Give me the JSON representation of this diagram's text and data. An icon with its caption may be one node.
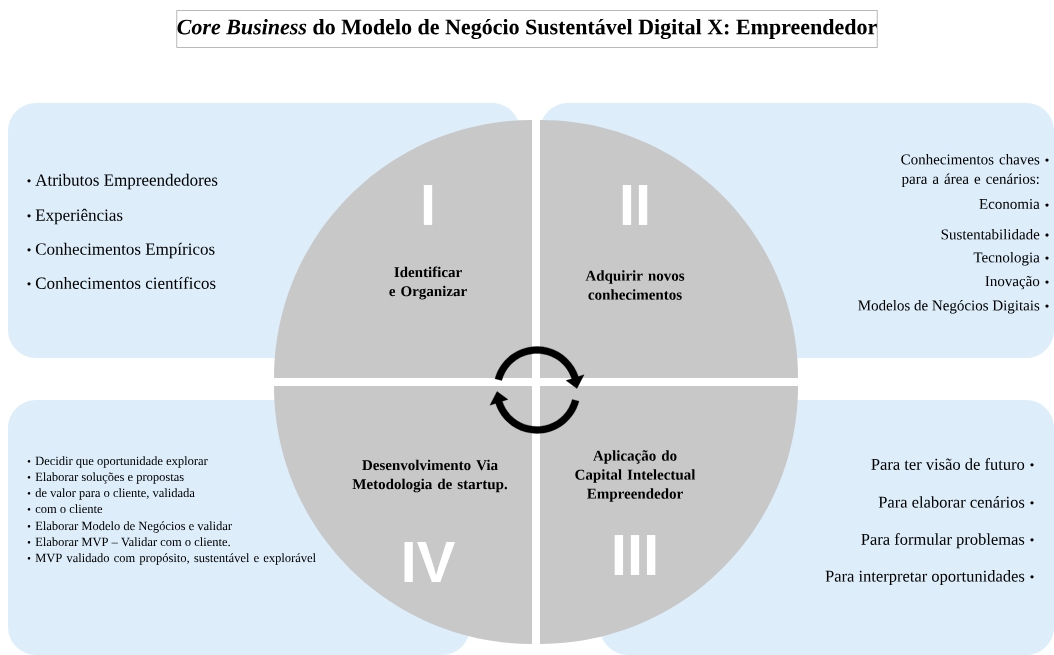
{
  "diagram": {
    "title": "*Core Business* do Modelo de Negócio Sustentável Digital X: Empreendedor",
    "nodes": [
      {
        "text": [
          "Atributos Empreendedores",
          "Experiências",
          "Conhecimentos Empíricos",
          "Conhecimentos científicos"
        ]
      },
      {
        "text": [
          "Conhecimentos chaves para a área e cenários:",
          "Economia",
          "Sustentabilidade",
          "Tecnologia",
          "Inovação",
          "Modelos de Negócios Digitais"
        ]
      },
      {
        "text": [
          "Decidir que oportunidade explorar",
          "Elaborar soluções e propostas",
          "de valor para o cliente, validada",
          "com o cliente",
          "Elaborar Modelo de Negócios e validar",
          "Elaborar MVP – Validar com o cliente.",
          "MVP validado com propósito, sustentável e explorável"
        ]
      },
      {
        "text": [
          "Para ter visão de futuro",
          "Para elaborar cenários",
          "Para formular problemas",
          "Para interpretar oportunidades"
        ]
      },
      {
        "text": [
          "I",
          "Identificar e Organizar"
        ]
      },
      {
        "text": [
          "II",
          "Adquirir novos conhecimentos"
        ]
      },
      {
        "text": [
          "Desenvolvimento Via Metodologia de startup.",
          "IV"
        ]
      },
      {
        "text": [
          "Aplicação do Capital Intelectual Empreendedor",
          "III"
        ]
      }
    ],
    "edges": [
      {
        "from": 4,
        "to": 5,
        "arrow": "to"
      },
      {
        "from": 7,
        "to": 6,
        "arrow": "to"
      }
    ]
  }
}
